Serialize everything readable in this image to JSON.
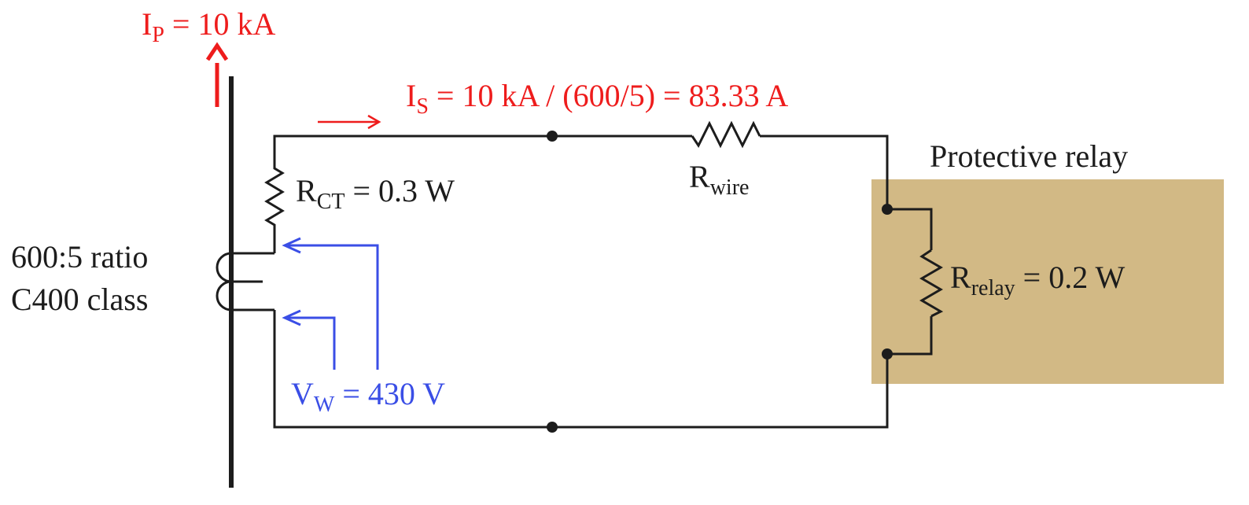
{
  "colors": {
    "primary": "#ee1c1c",
    "secondary": "#1c1c1c",
    "voltage": "#3a4ee6",
    "relay_box": "#d2b985",
    "background": "#ffffff"
  },
  "primary_current": {
    "symbol": "I",
    "subscript": "P",
    "rest": " = 10 kA"
  },
  "secondary_current": {
    "symbol": "I",
    "subscript": "S",
    "rest": " = 10 kA / (600/5) = 83.33 A"
  },
  "ct_resistance": {
    "symbol": "R",
    "subscript": "CT",
    "rest": " = 0.3 W"
  },
  "wire_resistance": {
    "symbol": "R",
    "subscript": "wire"
  },
  "relay_resistance": {
    "symbol": "R",
    "subscript": "relay",
    "rest": " = 0.2 W"
  },
  "ct_spec": {
    "line1": "600:5 ratio",
    "line2": "C400 class"
  },
  "knee_voltage": {
    "symbol": "V",
    "subscript": "W",
    "rest": " = 430 V"
  },
  "relay_label": "Protective relay"
}
